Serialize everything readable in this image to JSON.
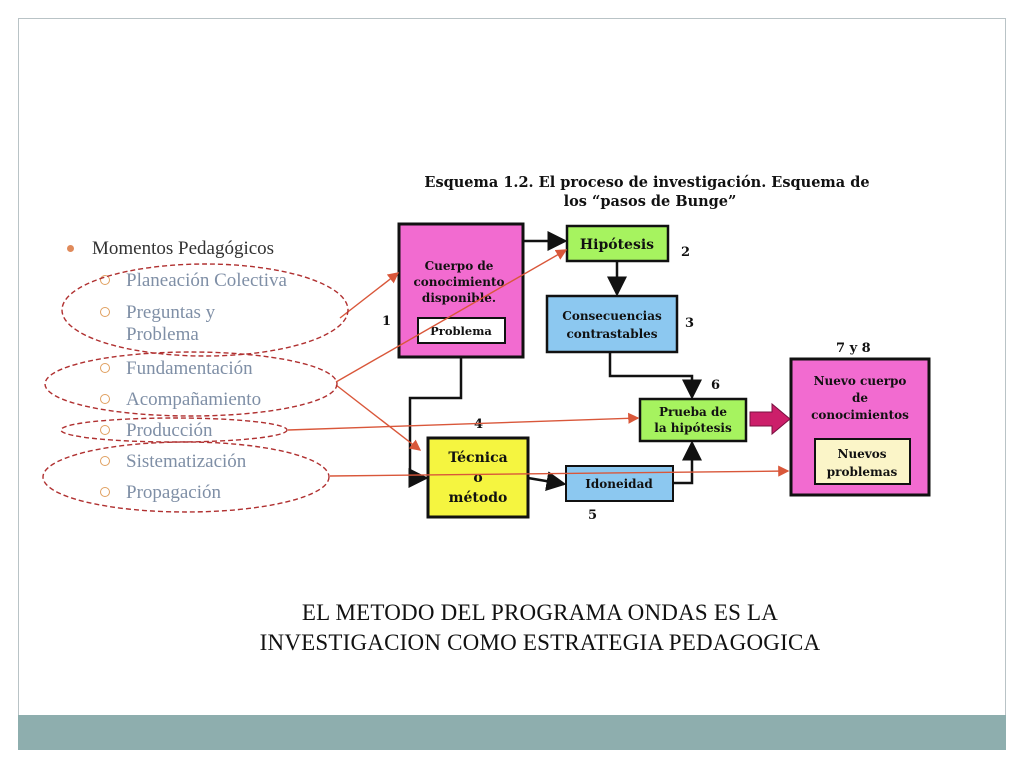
{
  "bullets": {
    "main": "Momentos Pedagógicos",
    "items": [
      "Planeación Colectiva",
      "Preguntas  y Problema",
      "Fundamentación",
      "Acompañamiento",
      "Producción",
      "Sistematización",
      "Propagación"
    ]
  },
  "diagram": {
    "title_line1": "Esquema 1.2. El proceso de investigación. Esquema de",
    "title_line2": "los “pasos de Bunge”",
    "cuerpo_l1": "Cuerpo de",
    "cuerpo_l2": "conocimiento",
    "cuerpo_l3": "disponible.",
    "problema": "Problema",
    "hipotesis": "Hipótesis",
    "consecuencias_l1": "Consecuencias",
    "consecuencias_l2": "contrastables",
    "tecnica_l1": "Técnica",
    "tecnica_l2": "o",
    "tecnica_l3": "método",
    "idoneidad": "Idoneidad",
    "prueba_l1": "Prueba de",
    "prueba_l2": "la hipótesis",
    "nuevo_l1": "Nuevo cuerpo",
    "nuevo_l2": "de",
    "nuevo_l3": "conocimientos",
    "nuevos_l1": "Nuevos",
    "nuevos_l2": "problemas",
    "n1": "1",
    "n2": "2",
    "n3": "3",
    "n4": "4",
    "n5": "5",
    "n6": "6",
    "n78": "7 y 8"
  },
  "caption": {
    "line1": "EL METODO DEL PROGRAMA ONDAS ES LA",
    "line2": "INVESTIGACION COMO ESTRATEGIA PEDAGOGICA"
  },
  "colors": {
    "pink": "#f26bd0",
    "green": "#a6f35f",
    "blue": "#8cc8f0",
    "yellow": "#f5f540",
    "cream": "#fbf5c8",
    "band": "#8eaeae",
    "arrow_red": "#d9573a",
    "ellipse": "#b03030"
  }
}
